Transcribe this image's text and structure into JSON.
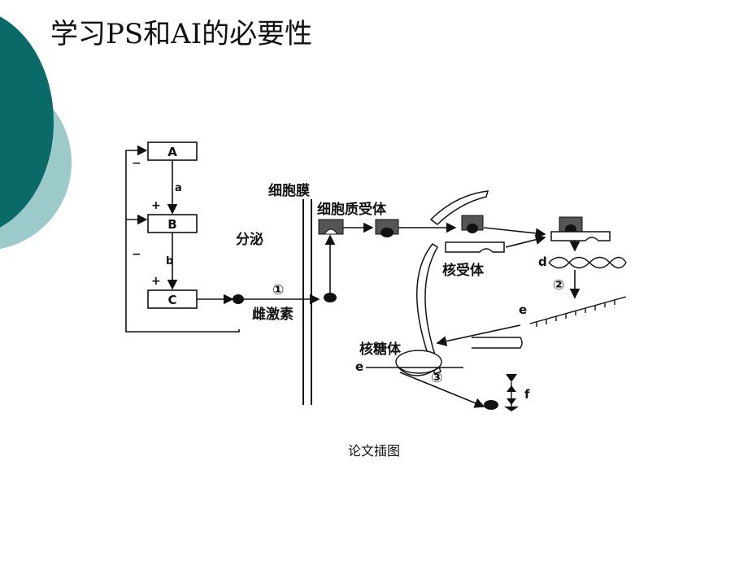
{
  "slide": {
    "title": "学习PS和AI的必要性",
    "caption": "论文插图",
    "colors": {
      "teal_dark": "#0a6a68",
      "teal_light": "#9cc9c9"
    }
  },
  "diagram": {
    "box_a": "A",
    "box_b": "B",
    "box_c": "C",
    "arrow_a": "a",
    "arrow_b": "b",
    "minus_1": "−",
    "plus_1": "+",
    "minus_2": "−",
    "plus_2": "+",
    "secrete": "分泌",
    "step_1": "①",
    "hormone": "雌激素",
    "membrane": "细胞膜",
    "cyto_receptor": "细胞质受体",
    "nuclear_receptor": "核受体",
    "label_d": "d",
    "step_2": "②",
    "label_e_top": "e",
    "ribosome": "核糖体",
    "label_e_bottom": "e",
    "step_3": "③",
    "label_f": "f"
  }
}
